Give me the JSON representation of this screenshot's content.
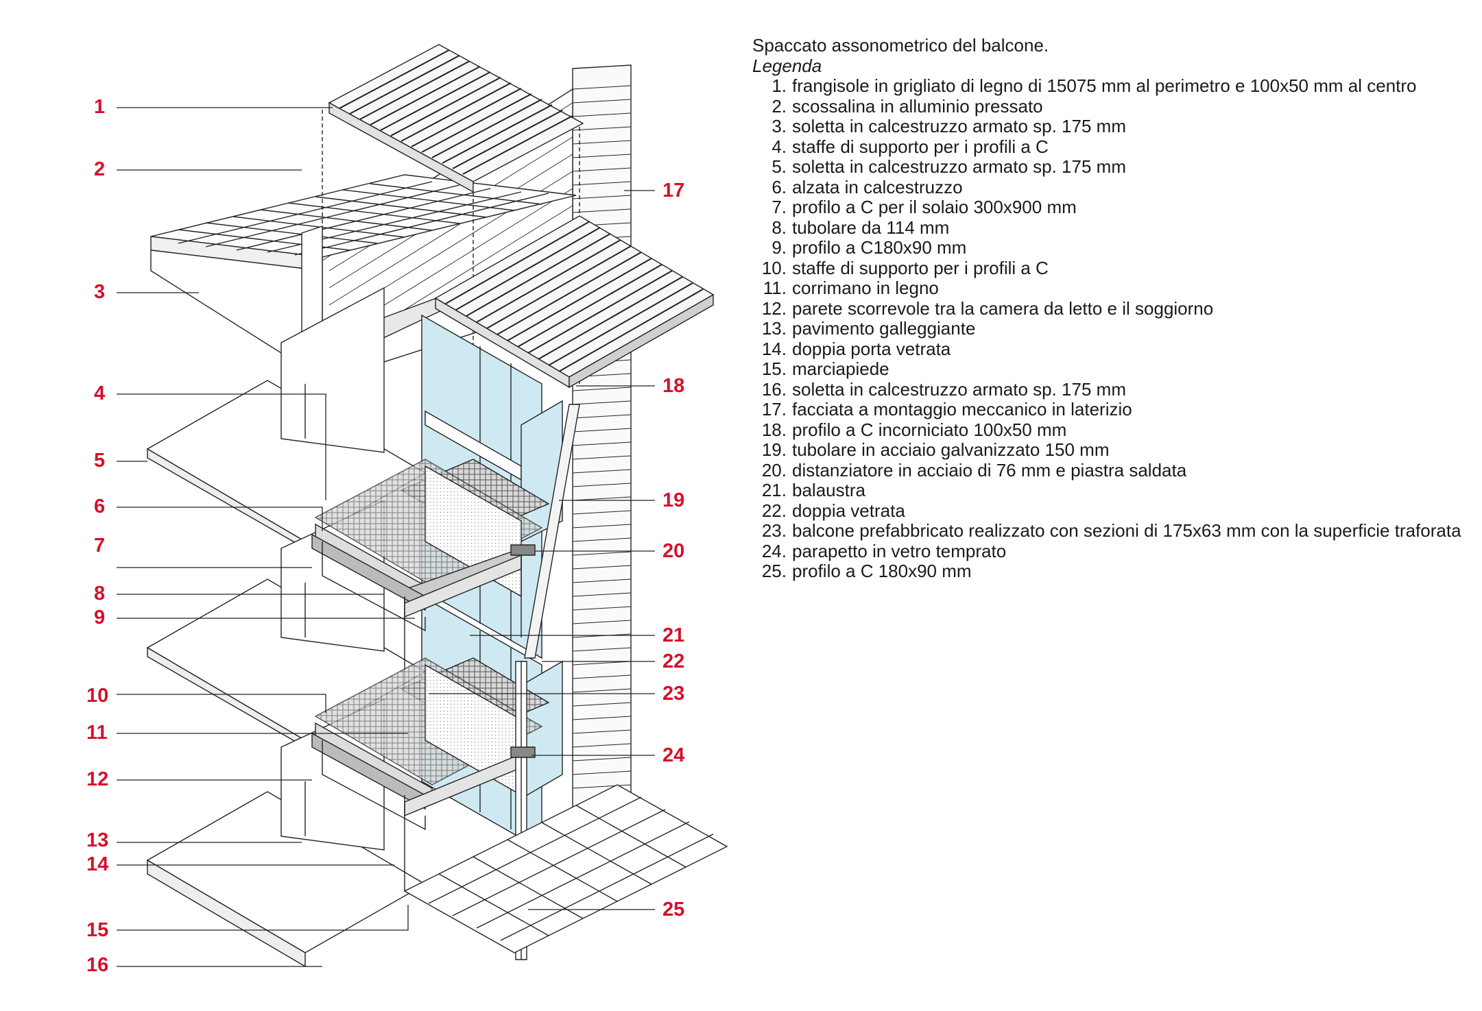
{
  "legend": {
    "title": "Spaccato assonometrico del balcone.",
    "subtitle": "Legenda",
    "items": [
      {
        "n": "1.",
        "text": "frangisole in grigliato di legno di 15075 mm al perimetro e 100x50 mm al centro"
      },
      {
        "n": "2.",
        "text": "scossalina in alluminio pressato"
      },
      {
        "n": "3.",
        "text": "soletta in calcestruzzo armato sp. 175 mm"
      },
      {
        "n": "4.",
        "text": "staffe di supporto per i profili a C"
      },
      {
        "n": "5.",
        "text": "soletta in calcestruzzo armato sp. 175 mm"
      },
      {
        "n": "6.",
        "text": "alzata in calcestruzzo"
      },
      {
        "n": "7.",
        "text": "profilo a C per il solaio 300x900 mm"
      },
      {
        "n": "8.",
        "text": "tubolare da 114 mm"
      },
      {
        "n": "9.",
        "text": "profilo a C180x90 mm"
      },
      {
        "n": "10.",
        "text": "staffe di supporto per i profili a C"
      },
      {
        "n": "11.",
        "text": "corrimano in legno"
      },
      {
        "n": "12.",
        "text": "parete scorrevole tra la camera da letto e il soggiorno"
      },
      {
        "n": "13.",
        "text": "pavimento galleggiante"
      },
      {
        "n": "14.",
        "text": "doppia porta vetrata"
      },
      {
        "n": "15.",
        "text": "marciapiede"
      },
      {
        "n": "16.",
        "text": "soletta in calcestruzzo armato sp. 175 mm"
      },
      {
        "n": "17.",
        "text": "facciata a montaggio meccanico in laterizio"
      },
      {
        "n": "18.",
        "text": "profilo a C incorniciato 100x50 mm"
      },
      {
        "n": "19.",
        "text": "tubolare in acciaio galvanizzato 150 mm"
      },
      {
        "n": "20.",
        "text": "distanziatore in acciaio di 76 mm e piastra saldata"
      },
      {
        "n": "21.",
        "text": "balaustra"
      },
      {
        "n": "22.",
        "text": "doppia vetrata"
      },
      {
        "n": "23.",
        "text": "balcone prefabbricato realizzato con sezioni di 175x63 mm con la superficie traforata"
      },
      {
        "n": "24.",
        "text": "parapetto in vetro temprato"
      },
      {
        "n": "25.",
        "text": "profilo a C 180x90 mm"
      }
    ]
  },
  "callouts": {
    "left": [
      "1",
      "2",
      "3",
      "4",
      "5",
      "6",
      "7",
      "8",
      "9",
      "10",
      "11",
      "12",
      "13",
      "14",
      "15",
      "16"
    ],
    "right": [
      "17",
      "18",
      "19",
      "20",
      "21",
      "22",
      "23",
      "24",
      "25"
    ]
  },
  "colors": {
    "callout": "#d6102b",
    "line": "#222222",
    "glass": "#cfe9f2"
  }
}
